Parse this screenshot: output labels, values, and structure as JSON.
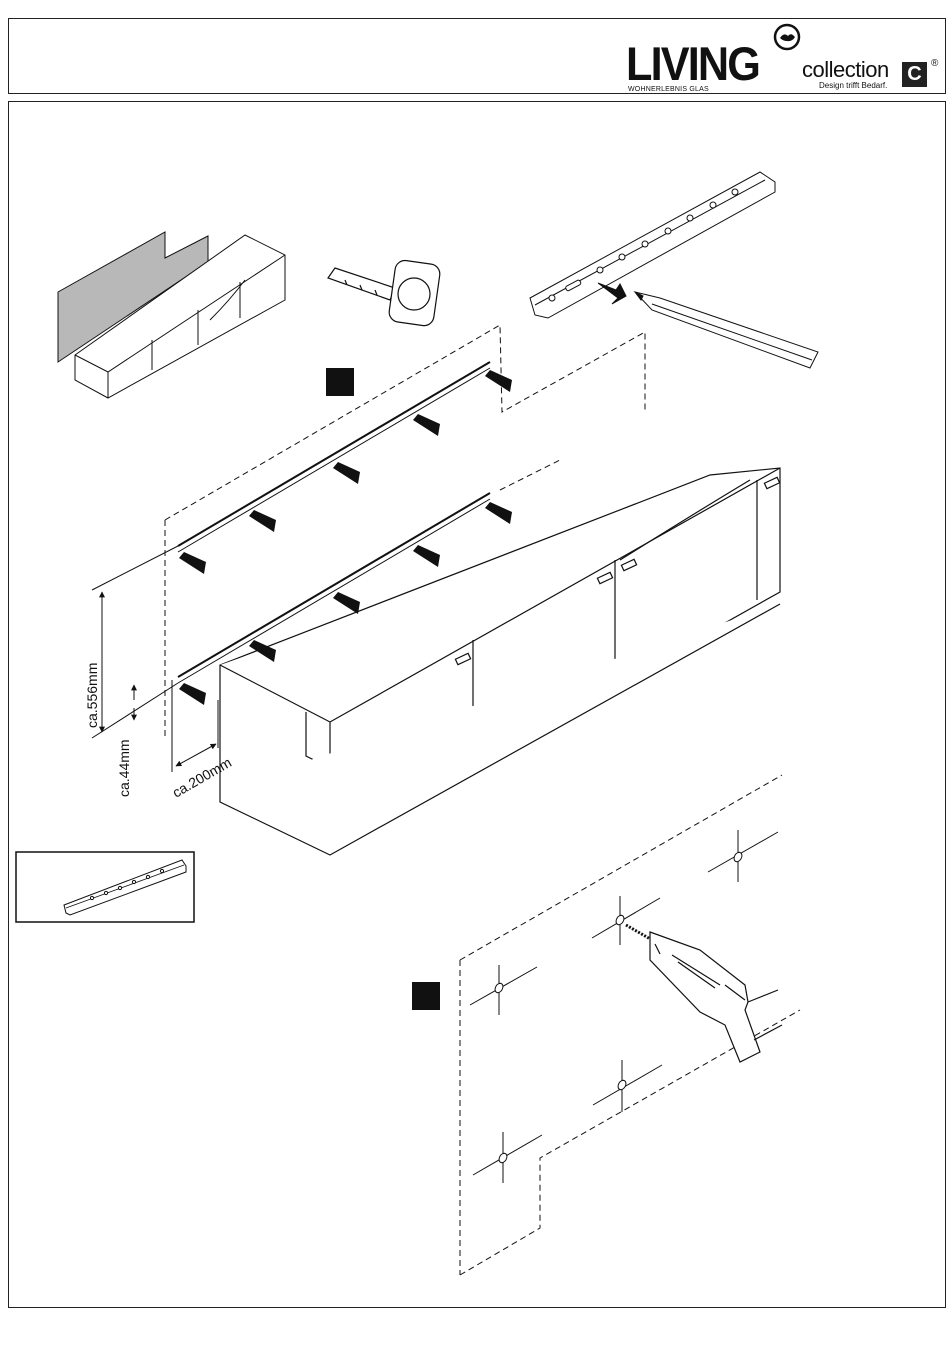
{
  "brand": {
    "name": "LIVING",
    "tagline": "WOHNERLEBNIS GLAS",
    "collection": "collection",
    "collection_claim": "Design trifft Bedarf.",
    "c_mark": "C",
    "registered": "®"
  },
  "dimensions": {
    "height_label": "ca.556mm",
    "offset_label": "ca.44mm",
    "side_label": "ca.200mm"
  },
  "icons": [
    "logo-icon",
    "tape-measure-icon",
    "pencil-icon",
    "drill-icon",
    "mounting-rail-icon",
    "step-marker-icon"
  ],
  "colors": {
    "line": "#111111",
    "panel_fill": "#b8b8b8"
  }
}
